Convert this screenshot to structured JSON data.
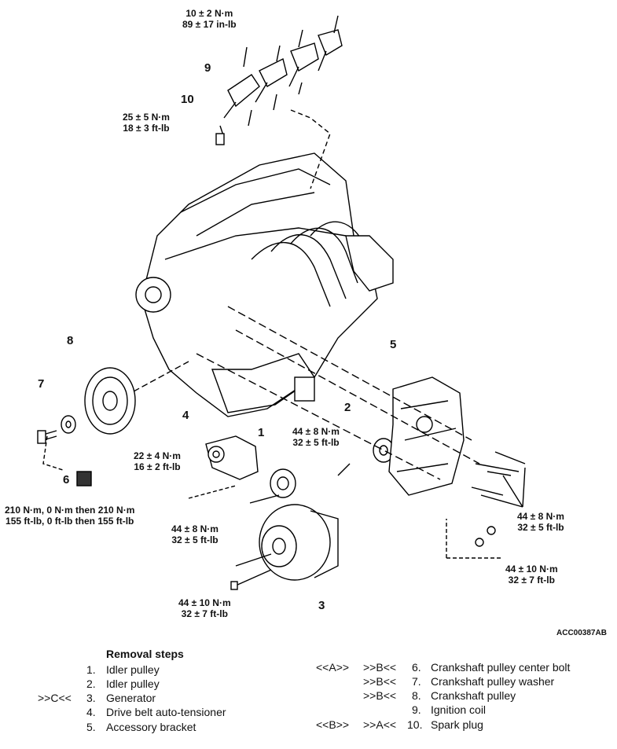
{
  "torques": {
    "coil_bolt": [
      "10 ± 2 N·m",
      "89 ± 17 in-lb"
    ],
    "spark_plug": [
      "25 ± 5 N·m",
      "18 ± 3 ft-lb"
    ],
    "tensioner": [
      "22 ± 4 N·m",
      "16 ± 2 ft-lb"
    ],
    "idler_bolt": [
      "44 ± 8 N·m",
      "32 ± 5 ft-lb"
    ],
    "gen_upper": [
      "44 ± 8 N·m",
      "32 ± 5 ft-lb"
    ],
    "bracket_bolts": [
      "44 ± 8 N·m",
      "32 ± 5 ft-lb"
    ],
    "bracket_nuts": [
      "44 ± 10 N·m",
      "32 ± 7 ft-lb"
    ],
    "gen_lower": [
      "44 ± 10 N·m",
      "32 ± 7 ft-lb"
    ],
    "crank_bolt": [
      "210 N·m, 0 N·m then 210 N·m",
      "155 ft-lb, 0 ft-lb then 155 ft-lb"
    ]
  },
  "callouts": [
    "1",
    "2",
    "3",
    "4",
    "5",
    "6",
    "7",
    "8",
    "9",
    "10"
  ],
  "figure_code": "ACC00387AB",
  "legend": {
    "title": "Removal steps",
    "left": [
      {
        "n": "1.",
        "label": "Idler pulley",
        "marks": ""
      },
      {
        "n": "2.",
        "label": "Idler pulley",
        "marks": ""
      },
      {
        "n": "3.",
        "label": "Generator",
        "marks": ">>C<<"
      },
      {
        "n": "4.",
        "label": "Drive belt auto-tensioner",
        "marks": ""
      },
      {
        "n": "5.",
        "label": "Accessory bracket",
        "marks": ""
      }
    ],
    "right": [
      {
        "a": "<<A>>",
        "b": ">>B<<",
        "n": "6.",
        "label": "Crankshaft pulley center bolt"
      },
      {
        "a": "",
        "b": ">>B<<",
        "n": "7.",
        "label": "Crankshaft pulley washer"
      },
      {
        "a": "",
        "b": ">>B<<",
        "n": "8.",
        "label": "Crankshaft pulley"
      },
      {
        "a": "",
        "b": "",
        "n": "9.",
        "label": "Ignition coil"
      },
      {
        "a": "<<B>>",
        "b": ">>A<<",
        "n": "10.",
        "label": "Spark plug"
      }
    ]
  }
}
